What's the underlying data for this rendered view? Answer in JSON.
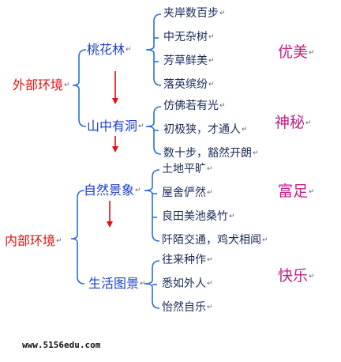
{
  "colors": {
    "bracket": "#2a6fd6",
    "arrow": "#e01010",
    "section": "#e01010",
    "node": "#1a3fc8",
    "leaf": "#1a2a5a",
    "summary": "#c0208a"
  },
  "mark_icon": "return-mark-icon",
  "sections": [
    {
      "label": "外部环境",
      "nodes": [
        {
          "label": "桃花林",
          "items": [
            "夹岸数百步",
            "中无杂树",
            "芳草鲜美",
            "落英缤纷"
          ],
          "summary": "优美"
        },
        {
          "label": "山中有洞",
          "items": [
            "仿佛若有光",
            "初极狭，才通人",
            "数十步，豁然开朗"
          ],
          "summary": "神秘"
        }
      ]
    },
    {
      "label": "内部环境",
      "nodes": [
        {
          "label": "自然景象",
          "items": [
            "土地平旷",
            "屋舍俨然",
            "良田美池桑竹",
            "阡陌交通，鸡犬相闻"
          ],
          "summary": "富足"
        },
        {
          "label": "生活图景",
          "items": [
            "往来种作",
            "悉如外人",
            "怡然自乐"
          ],
          "summary": "快乐"
        }
      ]
    }
  ],
  "footer": {
    "website": "www.5156edu.com"
  }
}
